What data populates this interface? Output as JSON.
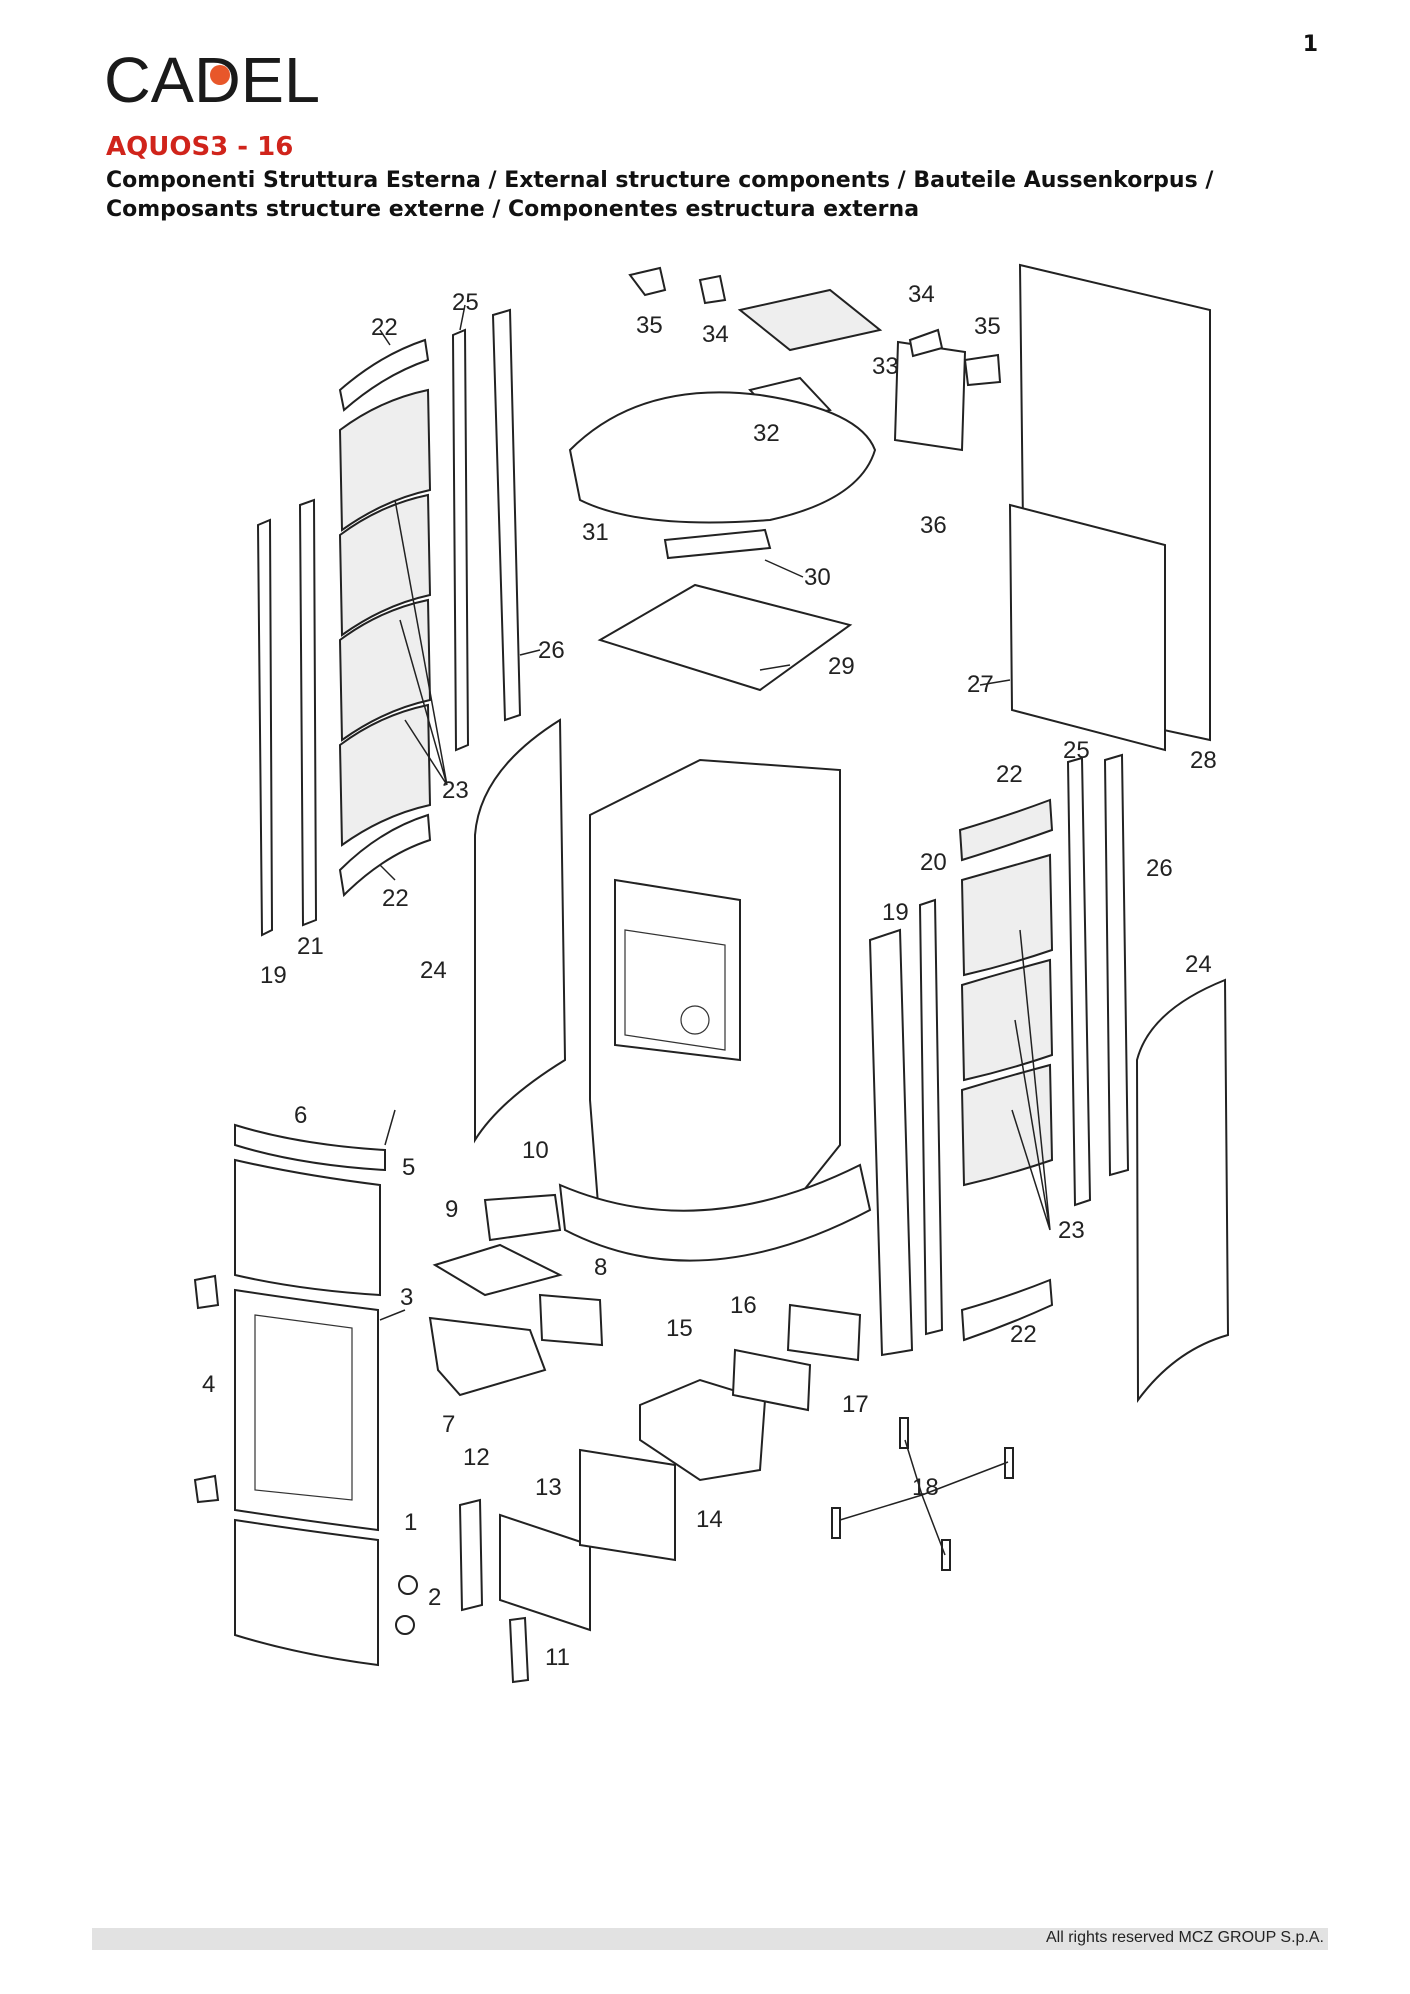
{
  "page_number": "1",
  "brand": {
    "logo_text": "CADEL",
    "accent_color": "#e8572a"
  },
  "document": {
    "model": "AQUOS3 - 16",
    "subtitle": "Componenti Struttura Esterna / External structure components / Bauteile Aussenkorpus / Composants structure externe / Componentes estructura externa"
  },
  "diagram": {
    "part_numbers": [
      "1",
      "2",
      "3",
      "4",
      "5",
      "6",
      "7",
      "8",
      "9",
      "10",
      "11",
      "12",
      "13",
      "14",
      "15",
      "16",
      "17",
      "18",
      "19",
      "20",
      "21",
      "22",
      "23",
      "24",
      "25",
      "26",
      "27",
      "28",
      "29",
      "30",
      "31",
      "32",
      "33",
      "34",
      "35",
      "36"
    ]
  },
  "footer": {
    "text": "All rights reserved MCZ GROUP S.p.A."
  },
  "colors": {
    "title_red": "#d0241b",
    "footer_bar": "#e2e2e2"
  }
}
